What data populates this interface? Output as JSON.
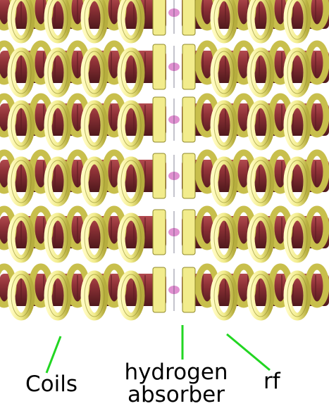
{
  "labels": {
    "coils": "Coils",
    "absorber_line1": "hydrogen",
    "absorber_line2": "absorber",
    "rf": "rf"
  },
  "colors": {
    "coil": "#f2ec8c",
    "coil_shade": "#c8bf4c",
    "coil_dark": "#8f882a",
    "rf_cavity": "#8f3237",
    "rf_cavity_dark": "#5a1c20",
    "absorber": "#e090d0",
    "pointer_line": "#22d622"
  },
  "icons": [
    "coil-ring-icon",
    "rf-cavity-icon",
    "absorber-window-icon"
  ]
}
